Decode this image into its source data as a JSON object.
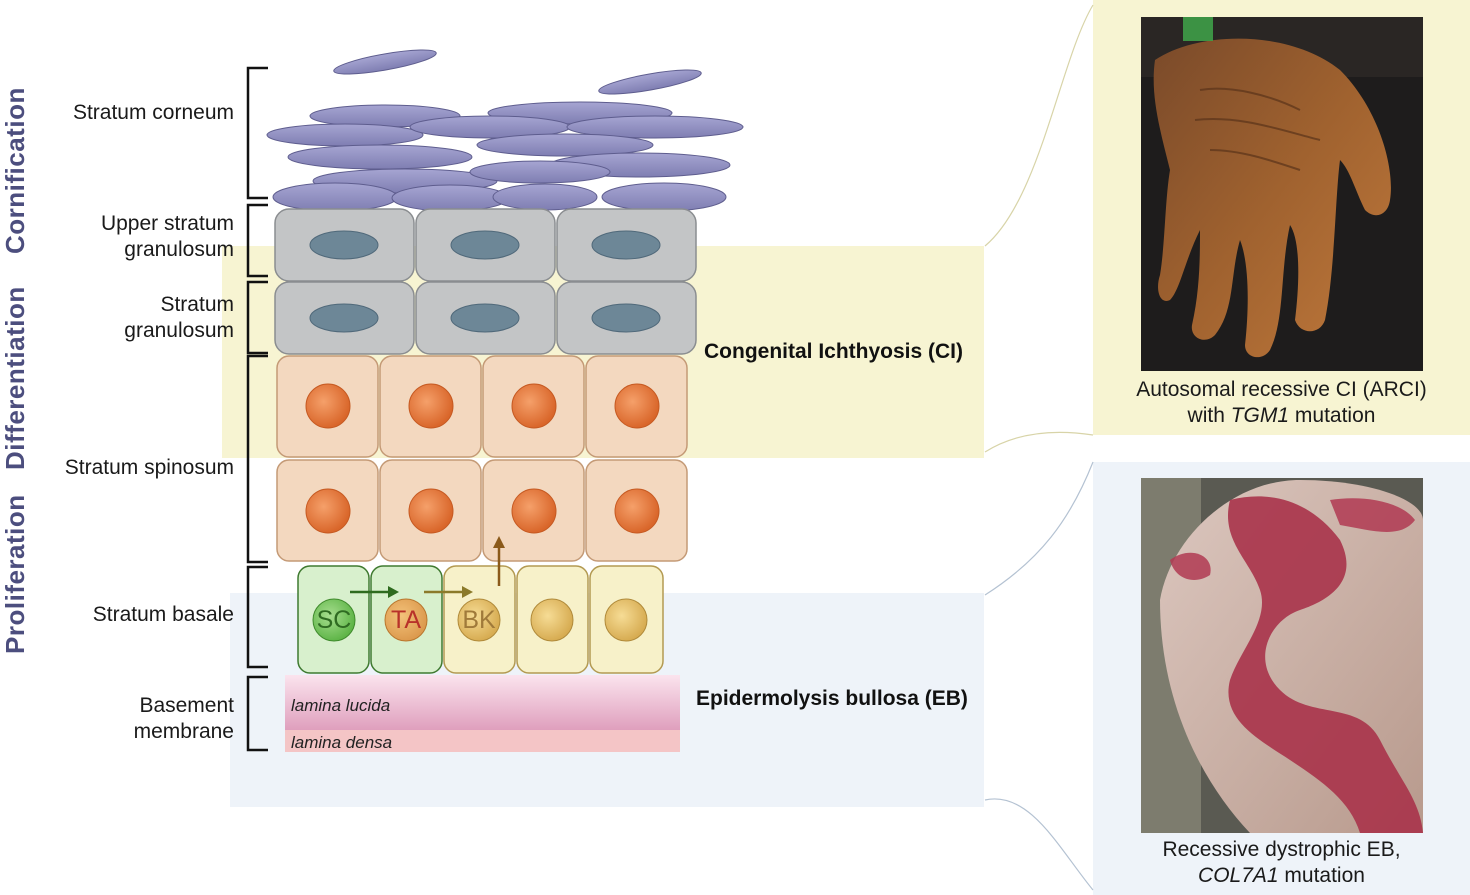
{
  "side_labels": {
    "cornification": "Cornification",
    "differentiation": "Differentiation",
    "proliferation": "Proliferation"
  },
  "layers": {
    "stratum_corneum": "Stratum corneum",
    "upper_granulosum_line1": "Upper stratum",
    "upper_granulosum_line2": "granulosum",
    "granulosum_line1": "Stratum",
    "granulosum_line2": "granulosum",
    "spinosum": "Stratum spinosum",
    "basale": "Stratum basale",
    "basement_line1": "Basement",
    "basement_line2": "membrane"
  },
  "lamina": {
    "lucida": "lamina lucida",
    "densa": "lamina densa"
  },
  "cells": {
    "sc": "SC",
    "ta": "TA",
    "bk": "BK"
  },
  "diseases": {
    "ci": "Congenital Ichthyosis (CI)",
    "eb": "Epidermolysis bullosa (EB)"
  },
  "captions": {
    "ci_line1": "Autosomal recessive CI (ARCI)",
    "ci_line2_prefix": "with ",
    "ci_gene": "TGM1",
    "ci_line2_suffix": " mutation",
    "eb_line1": "Recessive dystrophic EB,",
    "eb_gene": "COL7A1",
    "eb_line2_suffix": " mutation"
  },
  "colors": {
    "side_label": "#4c4e7e",
    "ci_band": "#f7f4d2",
    "eb_band": "#eef3f9",
    "corneocyte": "#8c8bbd",
    "granular_cell": "#c3c5c6",
    "granular_nucleus": "#6d8797",
    "spinous_cell": "#f3d8bf",
    "spinous_nucleus": "#e07a3a",
    "stem_cell": "#d8f0cd",
    "basal_cell": "#f7f1c9",
    "lamina_lucida": "#e6aac4",
    "lamina_densa": "#f4c5c6"
  }
}
